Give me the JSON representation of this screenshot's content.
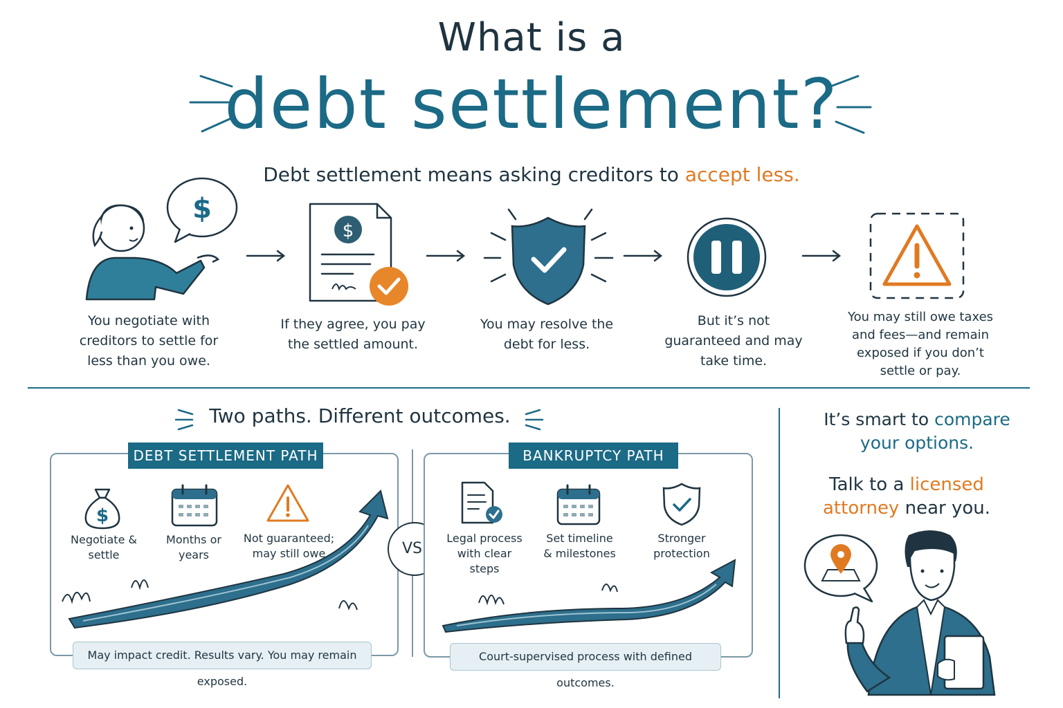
{
  "title": {
    "line1": "What is a",
    "line2": "debt settlement?"
  },
  "subtitle": {
    "lead": "Debt settlement means asking creditors to ",
    "accent": "accept less."
  },
  "steps": [
    {
      "icon": "person-talking-icon",
      "text": "You negotiate with creditors to settle for less than you owe."
    },
    {
      "icon": "document-check-icon",
      "text": "If they agree, you pay the settled amount."
    },
    {
      "icon": "shield-check-icon",
      "text": "You may resolve the debt for less."
    },
    {
      "icon": "pause-icon",
      "text": "But it’s not guaranteed and may take time."
    },
    {
      "icon": "warning-icon",
      "text": "You may still owe taxes and fees—and remain exposed if you don’t settle or pay."
    }
  ],
  "comparison": {
    "heading": "Two paths. Different outcomes.",
    "vs": "VS.",
    "left": {
      "label": "DEBT SETTLEMENT PATH",
      "items": [
        {
          "icon": "money-bag-icon",
          "text": "Negotiate & settle"
        },
        {
          "icon": "calendar-icon",
          "text": "Months or years"
        },
        {
          "icon": "warning-icon",
          "text": "Not guaranteed; may still owe"
        }
      ],
      "note": "May impact credit. Results vary. You may remain exposed."
    },
    "right": {
      "label": "BANKRUPTCY PATH",
      "items": [
        {
          "icon": "document-check-icon",
          "text": "Legal process with clear steps"
        },
        {
          "icon": "calendar-icon",
          "text": "Set timeline & milestones"
        },
        {
          "icon": "shield-check-icon",
          "text": "Stronger protection"
        }
      ],
      "note": "Court-supervised process with defined outcomes."
    }
  },
  "cta": {
    "line1_lead": "It’s smart to ",
    "line1_accent": "compare your options.",
    "line2_lead": "Talk to a ",
    "line2_accent": "licensed attorney",
    "line2_tail": " near you."
  },
  "colors": {
    "teal": "#1b6a86",
    "orange": "#e07a22",
    "ink": "#1f3440",
    "note_bg": "#e6f0f4"
  }
}
